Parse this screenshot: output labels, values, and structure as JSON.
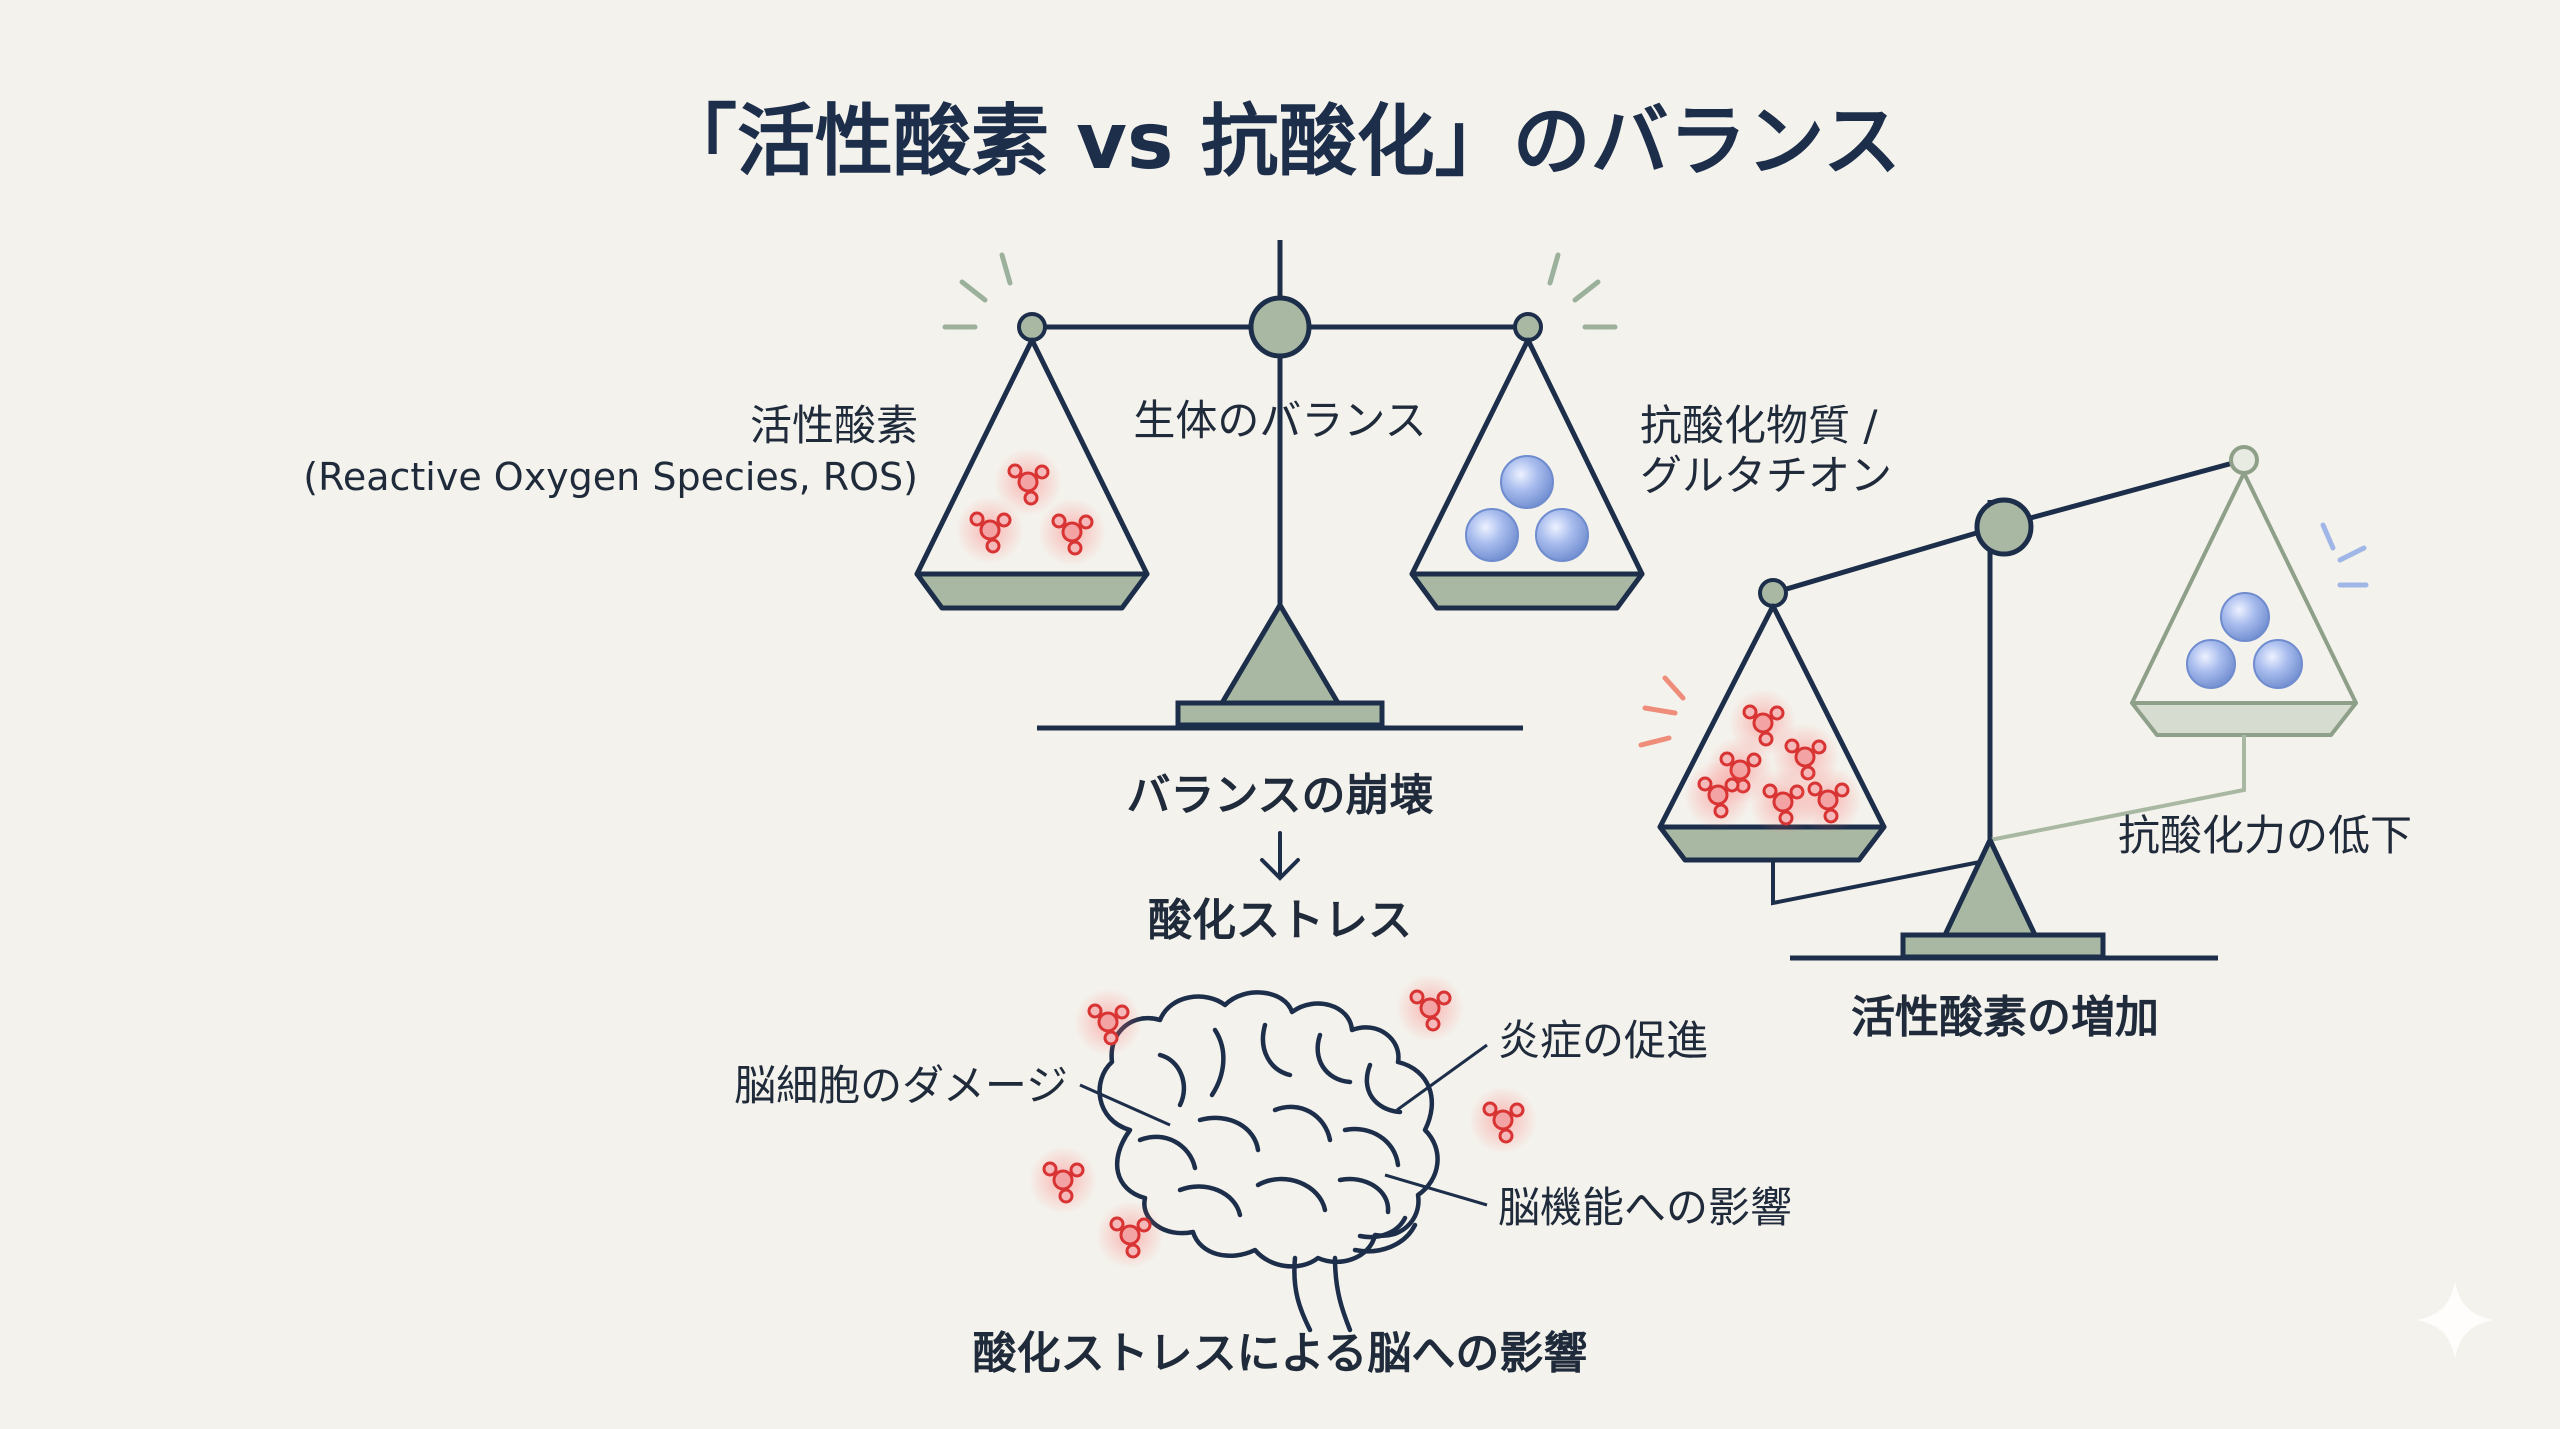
{
  "title": "「活性酸素 vs 抗酸化」のバランス",
  "balanced_scale": {
    "center_label": "生体のバランス",
    "left_label": "活性酸素",
    "left_sublabel": "(Reactive Oxygen Species, ROS)",
    "right_label_line1": "抗酸化物質 /",
    "right_label_line2": "グルタチオン"
  },
  "flow": {
    "step1": "バランスの崩壊",
    "arrow": "↓",
    "step2": "酸化ストレス"
  },
  "tilted_scale": {
    "right_annotation": "抗酸化力の低下",
    "caption": "活性酸素の増加"
  },
  "brain": {
    "label_left": "脳細胞のダメージ",
    "label_right_top": "炎症の促進",
    "label_right_bottom": "脳機能への影響",
    "caption": "酸化ストレスによる脳への影響"
  },
  "colors": {
    "ink": "#1c2e4a",
    "pan_fill": "#a9b8a2",
    "pan_light": "#d6dccf",
    "ros_red": "#e23b3b",
    "antioxidant_blue": "#8fa8e0",
    "background": "#f4f2ec"
  }
}
